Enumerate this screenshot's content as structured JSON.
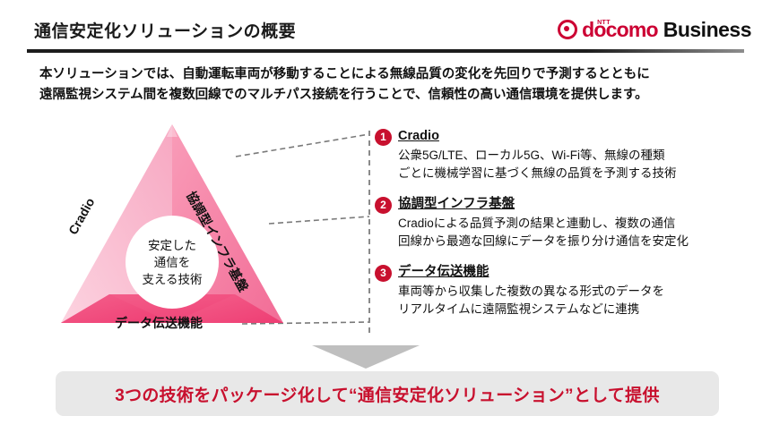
{
  "header": {
    "title": "通信安定化ソリューションの概要",
    "logo": {
      "mark": "docomo-circle-mark",
      "ntt": "NTT",
      "docomo": "docomo",
      "business": "Business",
      "brand_color": "#CC0033"
    }
  },
  "intro": {
    "line1": "本ソリューションでは、自動運転車両が移動することによる無線品質の変化を先回りで予測するとともに",
    "line2": "遠隔監視システム間を複数回線でのマルチパス接続を行うことで、信頼性の高い通信環境を提供します。"
  },
  "triangle": {
    "left_label": "Cradio",
    "right_label": "協調型インフラ基盤",
    "bottom_label": "データ伝送機能",
    "center": {
      "line1": "安定した",
      "line2": "通信を",
      "line3": "支える技術"
    },
    "colors": {
      "left": "#F9B8CC",
      "right": "#F77CA0",
      "bottom": "#F04E7E",
      "center_fill": "#FFFFFF"
    }
  },
  "features": [
    {
      "number": "1",
      "heading": "Cradio",
      "body_line1": "公衆5G/LTE、ローカル5G、Wi-Fi等、無線の種類",
      "body_line2": "ごとに機械学習に基づく無線の品質を予測する技術"
    },
    {
      "number": "2",
      "heading": "協調型インフラ基盤",
      "body_line1": "Cradioによる品質予測の結果と連動し、複数の通信",
      "body_line2": "回線から最適な回線にデータを振り分け通信を安定化"
    },
    {
      "number": "3",
      "heading": "データ伝送機能",
      "body_line1": "車両等から収集した複数の異なる形式のデータを",
      "body_line2": "リアルタイムに遠隔監視システムなどに連携"
    }
  ],
  "bottom": {
    "arrow": "down-arrow",
    "banner_text": "3つの技術をパッケージ化して“通信安定化ソリューション”として提供",
    "banner_bg": "#E8E8E8",
    "banner_text_color": "#C8102E"
  }
}
